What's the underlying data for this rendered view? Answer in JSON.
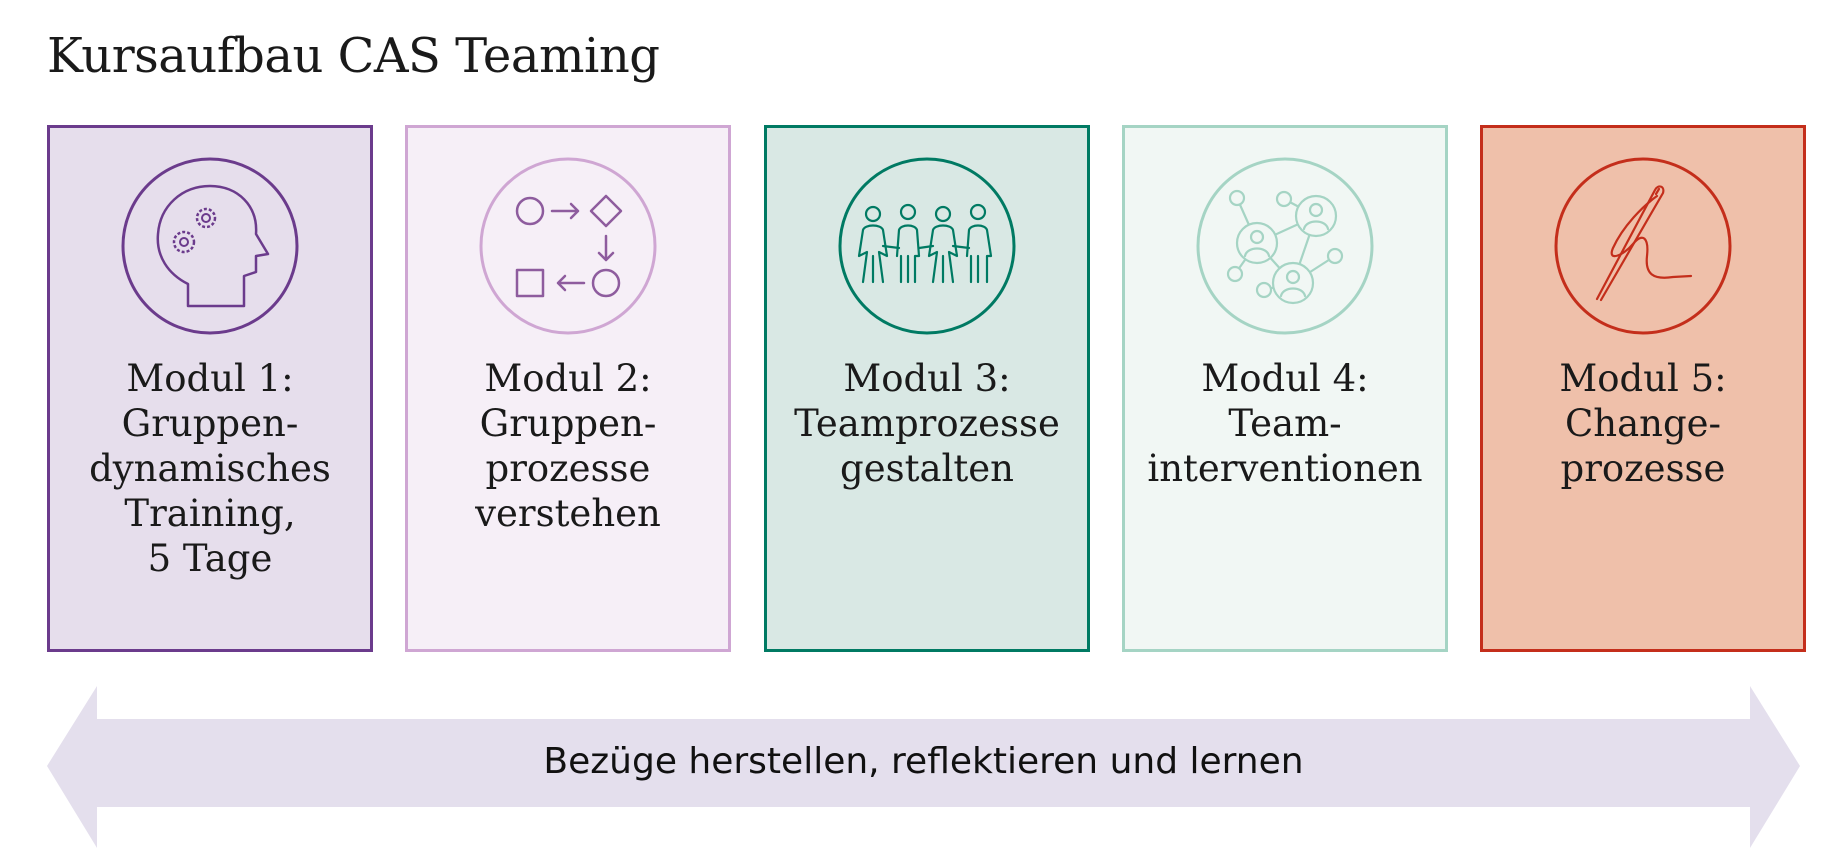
{
  "title": "Kursaufbau CAS Teaming",
  "modules": [
    {
      "lines": [
        "Modul 1:",
        "Gruppen-",
        "dynamisches",
        "Training,",
        "5 Tage"
      ],
      "icon": "head-gears-icon",
      "accent": "#6b3b8c",
      "fill": "#e6deec"
    },
    {
      "lines": [
        "Modul 2:",
        "Gruppen-",
        "prozesse",
        "verstehen"
      ],
      "icon": "process-flow-icon",
      "accent": "#cfa6d3",
      "fill": "#f6eff7"
    },
    {
      "lines": [
        "Modul 3:",
        "Teamprozesse",
        "gestalten"
      ],
      "icon": "team-people-icon",
      "accent": "#007a63",
      "fill": "#d9e8e4"
    },
    {
      "lines": [
        "Modul 4:",
        "Team-",
        "interventionen"
      ],
      "icon": "network-icon",
      "accent": "#a5d4c4",
      "fill": "#f1f7f4"
    },
    {
      "lines": [
        "Modul 5:",
        "Change-",
        "prozesse"
      ],
      "icon": "needle-thread-icon",
      "accent": "#c42e1b",
      "fill": "#efc0aa"
    }
  ],
  "arrow": {
    "label": "Bezüge herstellen, reflektieren und lernen",
    "color": "#e4dfed"
  }
}
